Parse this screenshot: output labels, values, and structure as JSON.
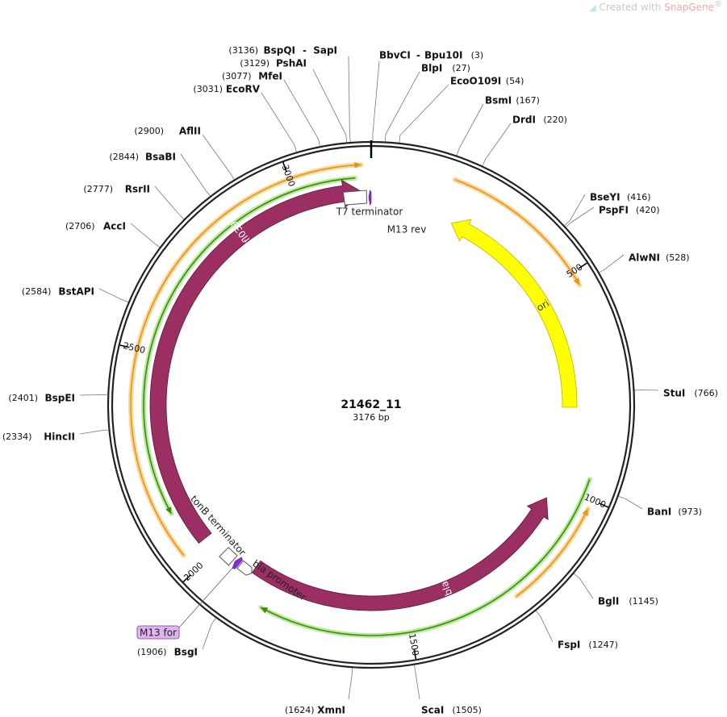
{
  "watermark": {
    "prefix": "Created with",
    "brand": "SnapGene",
    "suffix": "®",
    "icon": "snapgene-logo-icon"
  },
  "plasmid": {
    "name": "21462_11",
    "length_label": "3176 bp",
    "length": 3176
  },
  "colors": {
    "backbone": "#222222",
    "mfl039": "#9b2e62",
    "bla": "#9b2e62",
    "ori": "#ffff00",
    "primer": "#8a2be2",
    "orange_track": "#e89418",
    "green_track": "#3b8e00",
    "m13for_box": "#e0b3f0"
  },
  "ticks": [
    {
      "pos": 500,
      "label": "500"
    },
    {
      "pos": 1000,
      "label": "1000"
    },
    {
      "pos": 1500,
      "label": "1500"
    },
    {
      "pos": 2000,
      "label": "2000"
    },
    {
      "pos": 2500,
      "label": "2500"
    },
    {
      "pos": 3000,
      "label": "3000"
    }
  ],
  "sites": [
    {
      "name": "BbvCI",
      "name2": "Bpu10I",
      "pos": 3,
      "pos_label": "(3)"
    },
    {
      "name": "BlpI",
      "pos": 27,
      "pos_label": "(27)"
    },
    {
      "name": "EcoO109I",
      "pos": 54,
      "pos_label": "(54)"
    },
    {
      "name": "BsmI",
      "pos": 167,
      "pos_label": "(167)"
    },
    {
      "name": "DrdI",
      "pos": 220,
      "pos_label": "(220)"
    },
    {
      "name": "BseYI",
      "pos": 416,
      "pos_label": "(416)"
    },
    {
      "name": "PspFI",
      "pos": 420,
      "pos_label": "(420)"
    },
    {
      "name": "AlwNI",
      "pos": 528,
      "pos_label": "(528)"
    },
    {
      "name": "StuI",
      "pos": 766,
      "pos_label": "(766)"
    },
    {
      "name": "BanI",
      "pos": 973,
      "pos_label": "(973)"
    },
    {
      "name": "BglI",
      "pos": 1145,
      "pos_label": "(1145)"
    },
    {
      "name": "FspI",
      "pos": 1247,
      "pos_label": "(1247)"
    },
    {
      "name": "ScaI",
      "pos": 1505,
      "pos_label": "(1505)"
    },
    {
      "name": "XmnI",
      "pos": 1624,
      "pos_label": "(1624)"
    },
    {
      "name": "BsgI",
      "pos": 1906,
      "pos_label": "(1906)"
    },
    {
      "name": "HincII",
      "pos": 2334,
      "pos_label": "(2334)"
    },
    {
      "name": "BspEI",
      "pos": 2401,
      "pos_label": "(2401)"
    },
    {
      "name": "BstAPI",
      "pos": 2584,
      "pos_label": "(2584)"
    },
    {
      "name": "AccI",
      "pos": 2706,
      "pos_label": "(2706)"
    },
    {
      "name": "RsrII",
      "pos": 2777,
      "pos_label": "(2777)"
    },
    {
      "name": "BsaBI",
      "pos": 2844,
      "pos_label": "(2844)"
    },
    {
      "name": "AflII",
      "pos": 2900,
      "pos_label": "(2900)"
    },
    {
      "name": "EcoRV",
      "pos": 3031,
      "pos_label": "(3031)"
    },
    {
      "name": "MfeI",
      "pos": 3077,
      "pos_label": "(3077)"
    },
    {
      "name": "PshAI",
      "pos": 3129,
      "pos_label": "(3129)"
    },
    {
      "name": "BspQI",
      "name2": "SapI",
      "pos": 3136,
      "pos_label": "(3136)"
    }
  ],
  "features": [
    {
      "name": "Mfl039",
      "type": "cds",
      "start": 2040,
      "end": 3155,
      "direction": "forward"
    },
    {
      "name": "bla",
      "type": "cds",
      "start": 1040,
      "end": 1900,
      "direction": "reverse"
    },
    {
      "name": "ori",
      "type": "origin",
      "start": 210,
      "end": 800,
      "direction": "reverse"
    },
    {
      "name": "T7 terminator",
      "type": "terminator",
      "start": 3110,
      "end": 3165
    },
    {
      "name": "M13 rev",
      "type": "primer",
      "start": 3170,
      "end": 3176,
      "direction": "reverse"
    },
    {
      "name": "tonB terminator",
      "type": "terminator",
      "start": 1955,
      "end": 1985
    },
    {
      "name": "M13 for",
      "type": "primer",
      "start": 1938,
      "end": 1950,
      "direction": "forward"
    },
    {
      "name": "bla promoter",
      "type": "promoter",
      "start": 1900,
      "end": 1935,
      "direction": "reverse"
    }
  ],
  "tracks": [
    {
      "name": "orange-track-left",
      "kind": "orange",
      "start": 2040,
      "end": 3155,
      "direction": "forward"
    },
    {
      "name": "green-track-left",
      "kind": "green",
      "start": 2130,
      "end": 3140,
      "direction": "reverse"
    },
    {
      "name": "orange-track-right",
      "kind": "orange",
      "start": 180,
      "end": 530,
      "direction": "forward"
    },
    {
      "name": "green-track-bottom",
      "kind": "green",
      "start": 960,
      "end": 1840,
      "direction": "forward"
    },
    {
      "name": "orange-track-bottom",
      "kind": "orange",
      "start": 1020,
      "end": 1260,
      "direction": "reverse"
    }
  ]
}
